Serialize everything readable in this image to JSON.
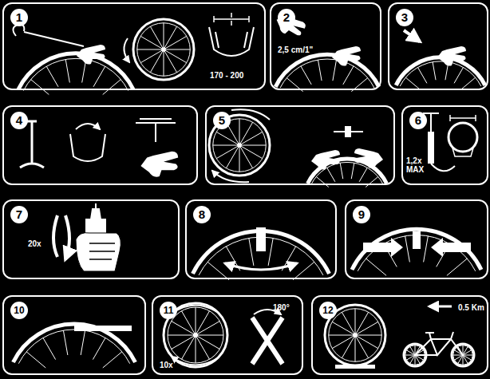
{
  "diagram": {
    "nodes": [
      {
        "text": [
          "1",
          "170 - 200"
        ]
      },
      {
        "text": [
          "2",
          "2,5 cm/1\""
        ]
      },
      {
        "text": [
          "3"
        ]
      },
      {
        "text": [
          "4"
        ]
      },
      {
        "text": [
          "5"
        ]
      },
      {
        "text": [
          "6",
          "1,2x MAX"
        ]
      },
      {
        "text": [
          "7",
          "20x"
        ]
      },
      {
        "text": [
          "8"
        ]
      },
      {
        "text": [
          "9"
        ]
      },
      {
        "text": [
          "10"
        ]
      },
      {
        "text": [
          "11",
          "10x",
          "180°"
        ]
      },
      {
        "text": [
          "12",
          "0.5 Km"
        ]
      }
    ]
  }
}
